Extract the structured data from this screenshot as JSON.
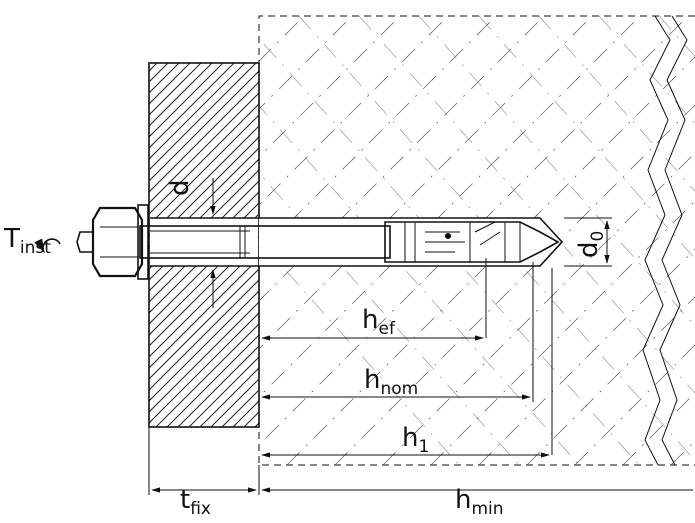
{
  "labels": {
    "t_inst": {
      "main": "T",
      "sub": "inst"
    },
    "d": "d",
    "d0": {
      "main": "d",
      "sub": "0"
    },
    "h_ef": {
      "main": "h",
      "sub": "ef"
    },
    "h_nom": {
      "main": "h",
      "sub": "nom"
    },
    "h1": {
      "main": "h",
      "sub": "1"
    },
    "t_fix": {
      "main": "t",
      "sub": "fix"
    },
    "h_min": {
      "main": "h",
      "sub": "min"
    }
  },
  "colors": {
    "line": "#111111",
    "background": "#ffffff"
  }
}
